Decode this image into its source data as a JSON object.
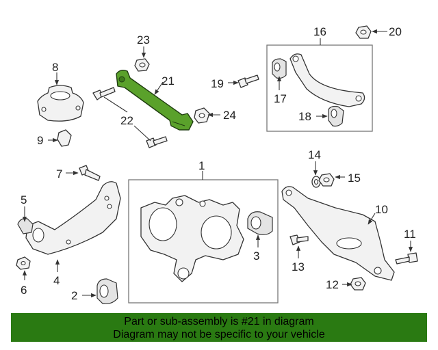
{
  "labels": {
    "l1": "1",
    "l2": "2",
    "l3": "3",
    "l4": "4",
    "l5": "5",
    "l6": "6",
    "l7": "7",
    "l8": "8",
    "l9": "9",
    "l10": "10",
    "l11": "11",
    "l12": "12",
    "l13": "13",
    "l14": "14",
    "l15": "15",
    "l16": "16",
    "l17": "17",
    "l18": "18",
    "l19": "19",
    "l20": "20",
    "l21": "21",
    "l22": "22",
    "l23": "23",
    "l24": "24"
  },
  "highlight_color": "#5aa12b",
  "banner": {
    "line1": "Part or sub-assembly is #21 in diagram",
    "line2": "Diagram may not be specific to your vehicle",
    "color": "#2a7a12"
  }
}
